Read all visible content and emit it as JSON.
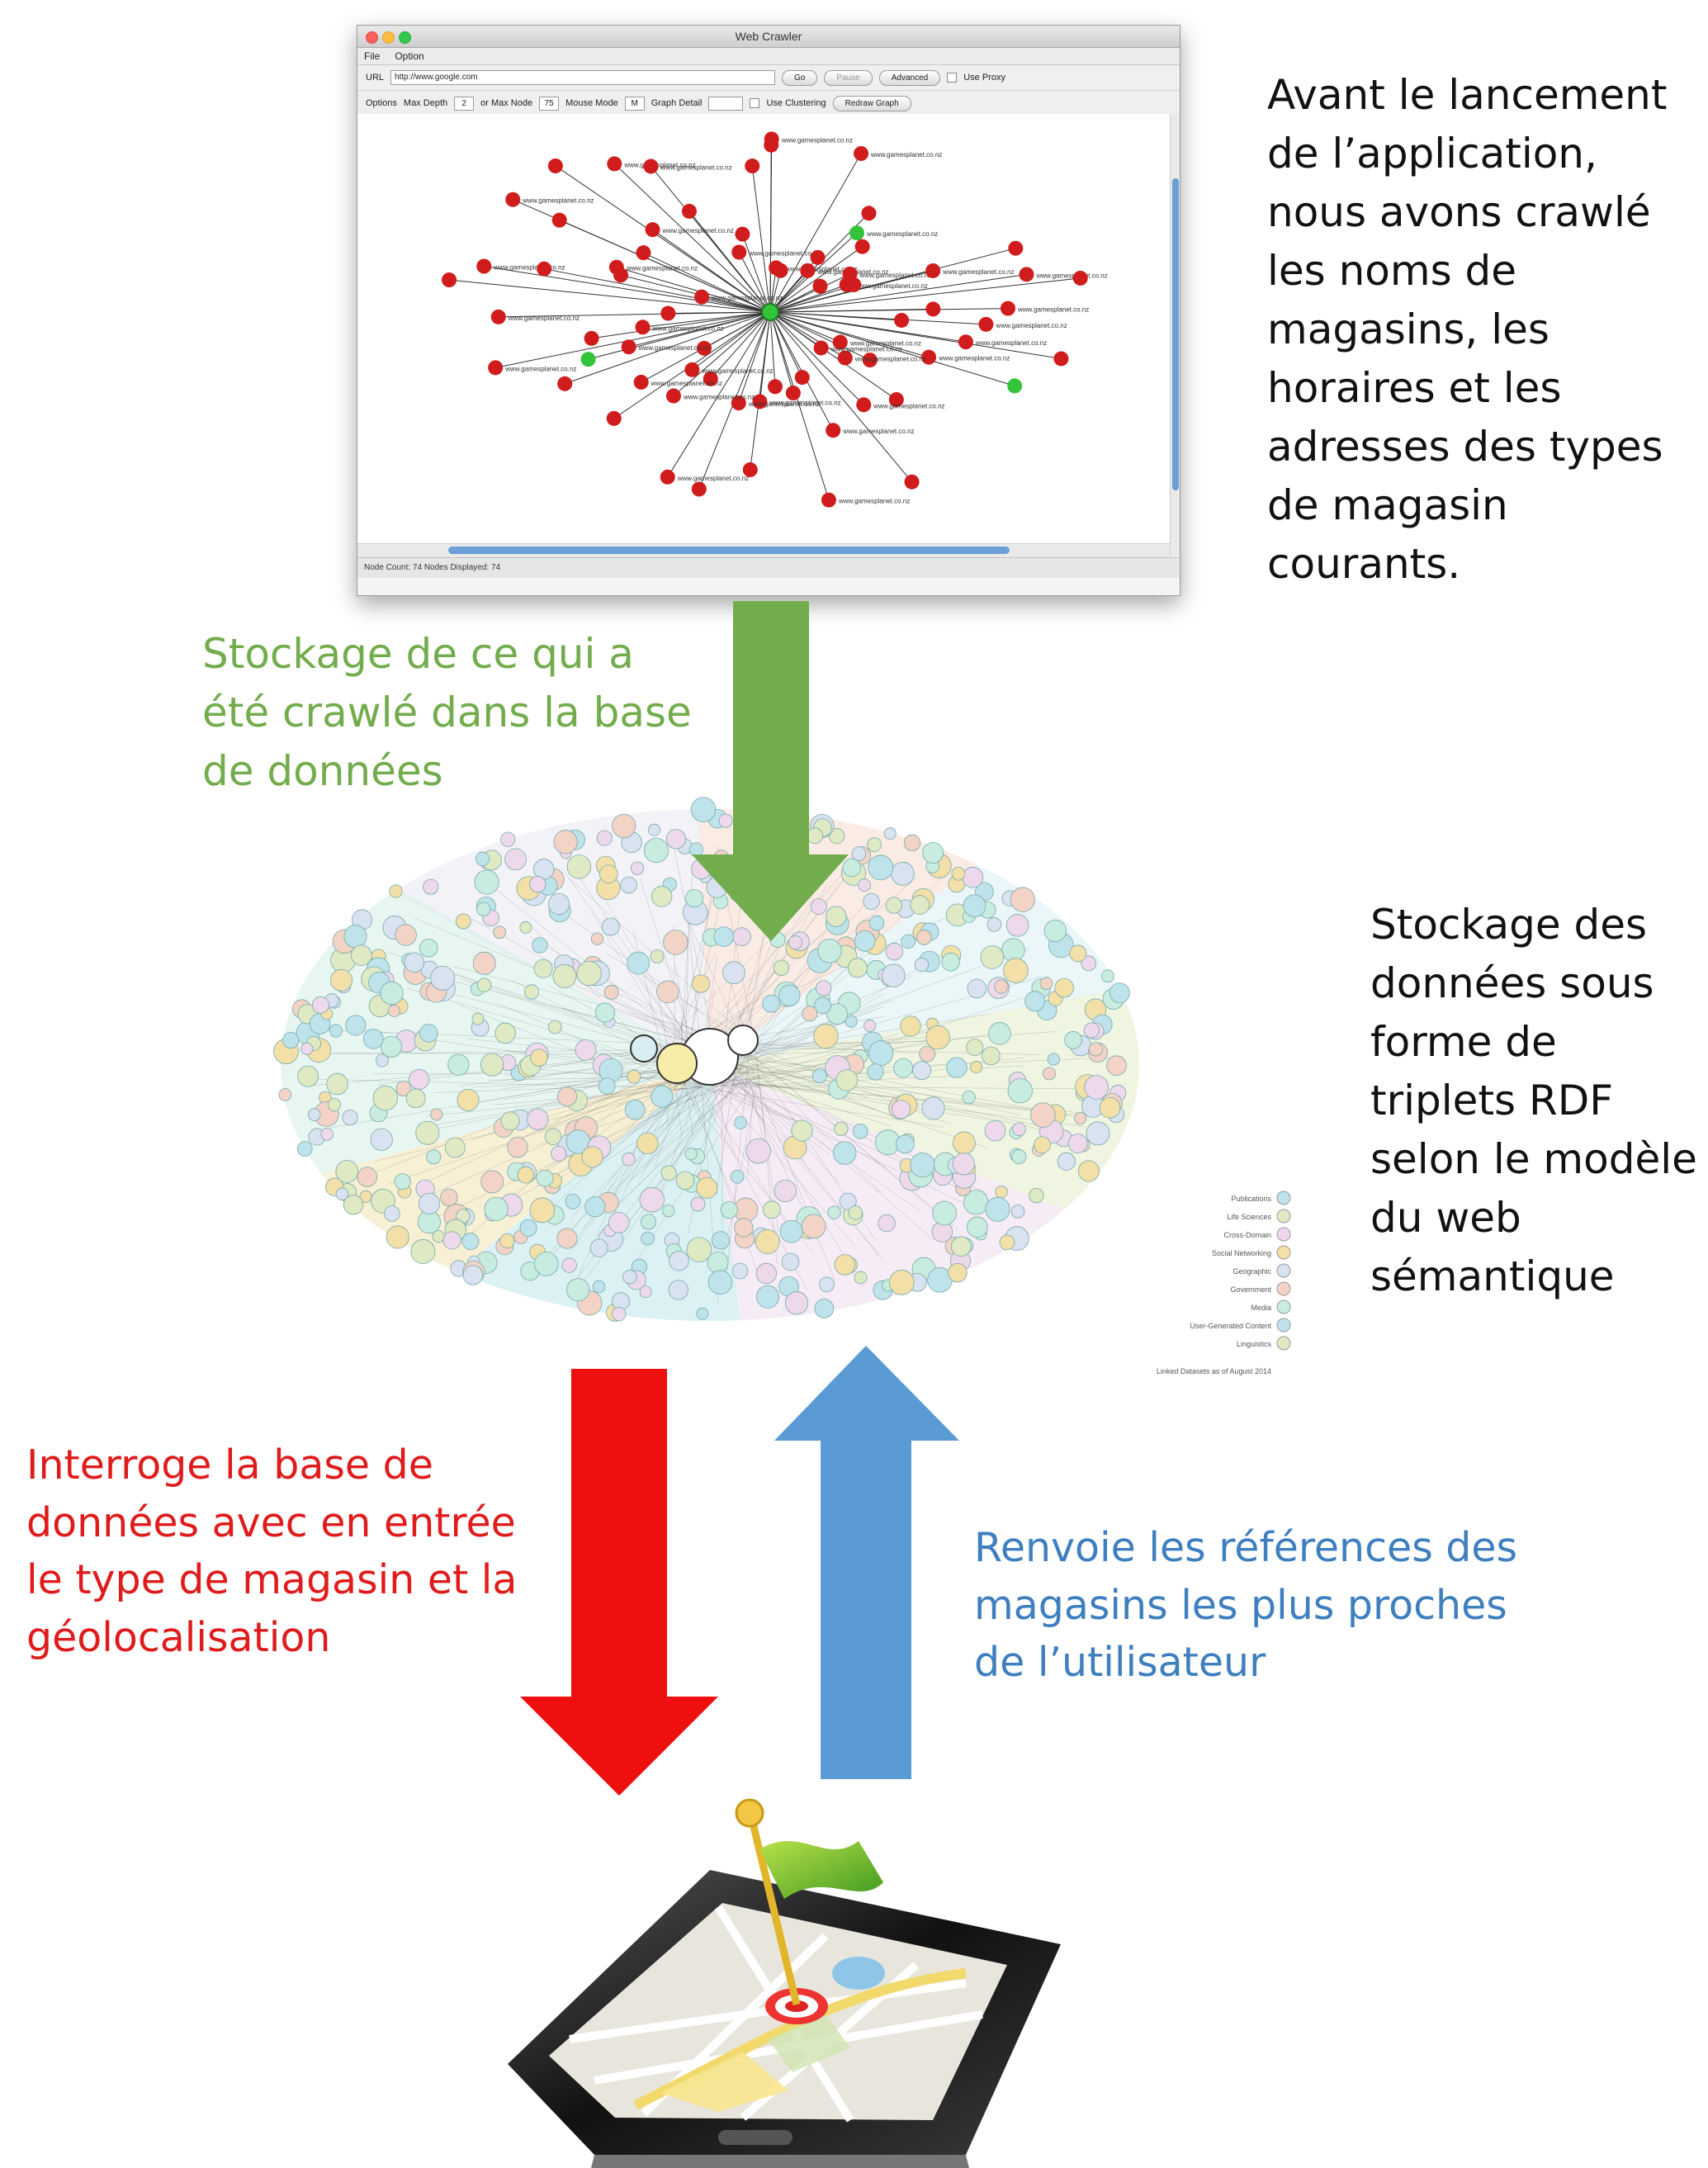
{
  "crawler_window": {
    "title": "Web Crawler",
    "menu": [
      "File",
      "Option"
    ],
    "url_label": "URL",
    "url_value": "http://www.google.com",
    "go_label": "Go",
    "pause_label": "Pause",
    "advanced_label": "Advanced",
    "use_proxy_label": "Use Proxy",
    "options_label": "Options",
    "max_depth_label": "Max Depth",
    "max_depth_value": "2",
    "or_max_node_label": "or Max Node",
    "max_node_value": "75",
    "mouse_mode_label": "Mouse Mode",
    "mouse_mode_value": "M",
    "graph_detail_label": "Graph Detail",
    "use_clustering_label": "Use Clustering",
    "redraw_label": "Redraw Graph",
    "status_text": "Node Count: 74   Nodes Displayed: 74",
    "node_label": "www.gamesplanet.co.nz",
    "colors": {
      "node_red": "#d01c1c",
      "node_green": "#33c43a",
      "edge": "#333333",
      "scroll": "#6a9fd8"
    }
  },
  "captions": {
    "top_right": [
      "Avant le lancement",
      "de l’application,",
      "nous avons crawlé",
      "les noms de",
      "magasins, les",
      "horaires et les",
      "adresses des types",
      "de magasin",
      "courants."
    ],
    "green": [
      "Stockage de ce qui a",
      "été crawlé dans la base",
      "de données"
    ],
    "middle_right": [
      "Stockage des",
      "données sous",
      "forme de",
      "triplets RDF",
      "selon le modèle",
      "du web",
      "sémantique"
    ],
    "red": [
      "Interroge la base de",
      "données avec en entrée",
      "le type de magasin et la",
      "géolocalisation"
    ],
    "blue": [
      "Renvoie les références des",
      "magasins les plus proches",
      "de l’utilisateur"
    ]
  },
  "lod_legend": [
    "Publications",
    "Life Sciences",
    "Cross-Domain",
    "Social Networking",
    "Geographic",
    "Government",
    "Media",
    "User-Generated Content",
    "Linguistics"
  ],
  "lod_footer": "Linked Datasets as of August 2014",
  "arrow_colors": {
    "green": "#72ac4c",
    "red": "#ee0f0f",
    "blue": "#5b9bd5"
  }
}
